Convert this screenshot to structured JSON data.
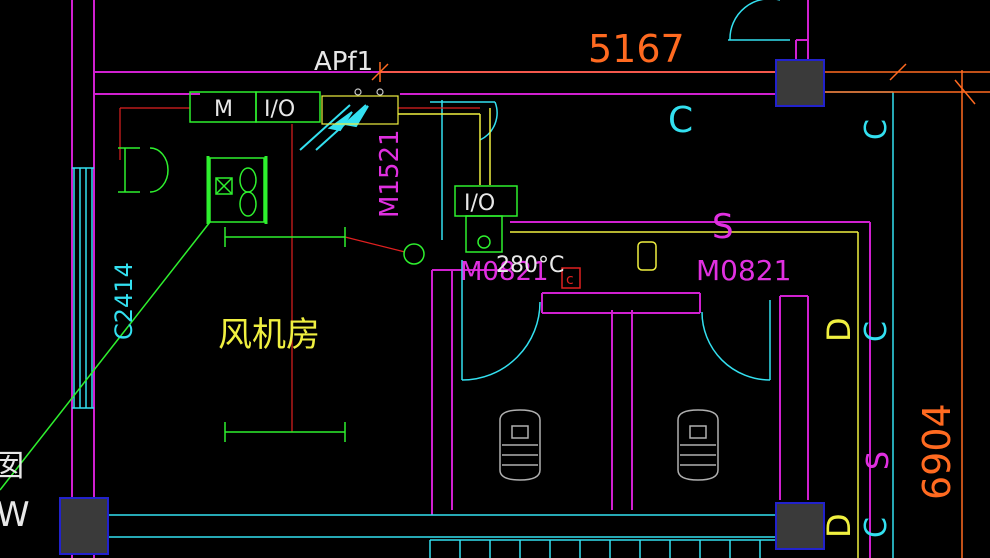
{
  "labels": {
    "dimension_top": "5167",
    "dimension_right": "6904",
    "panel_name": "APf1",
    "box_m": "M",
    "box_io_left": "I/O",
    "box_io_center": "I/O",
    "door_m1521": "M1521",
    "door_c2414": "C2414",
    "door_m0821_left": "M0821",
    "door_m0821_right": "M0821",
    "temperature": "280°C",
    "room_name": "风机房",
    "letter_s_top": "S",
    "letter_s_right": "S",
    "letter_d_center": "D",
    "letter_d_right": "D",
    "letter_d_bottom": "D",
    "letter_c_center": "C",
    "letter_c_right_top": "C",
    "letter_c_right_mid": "C",
    "letter_c_bottom": "C",
    "small_c_box": "c",
    "edge_char": "囡",
    "edge_w": "W"
  },
  "colors": {
    "background": "#000000",
    "wall_magenta": "#d020d0",
    "cyan": "#33e0f0",
    "orange_dim": "#ff6a20",
    "green": "#2ef02e",
    "red": "#e02020",
    "yellow": "#f0f040",
    "white_gray": "#c8c8c8",
    "column_fill": "#3a3a3a",
    "column_stroke": "#2222cc"
  }
}
